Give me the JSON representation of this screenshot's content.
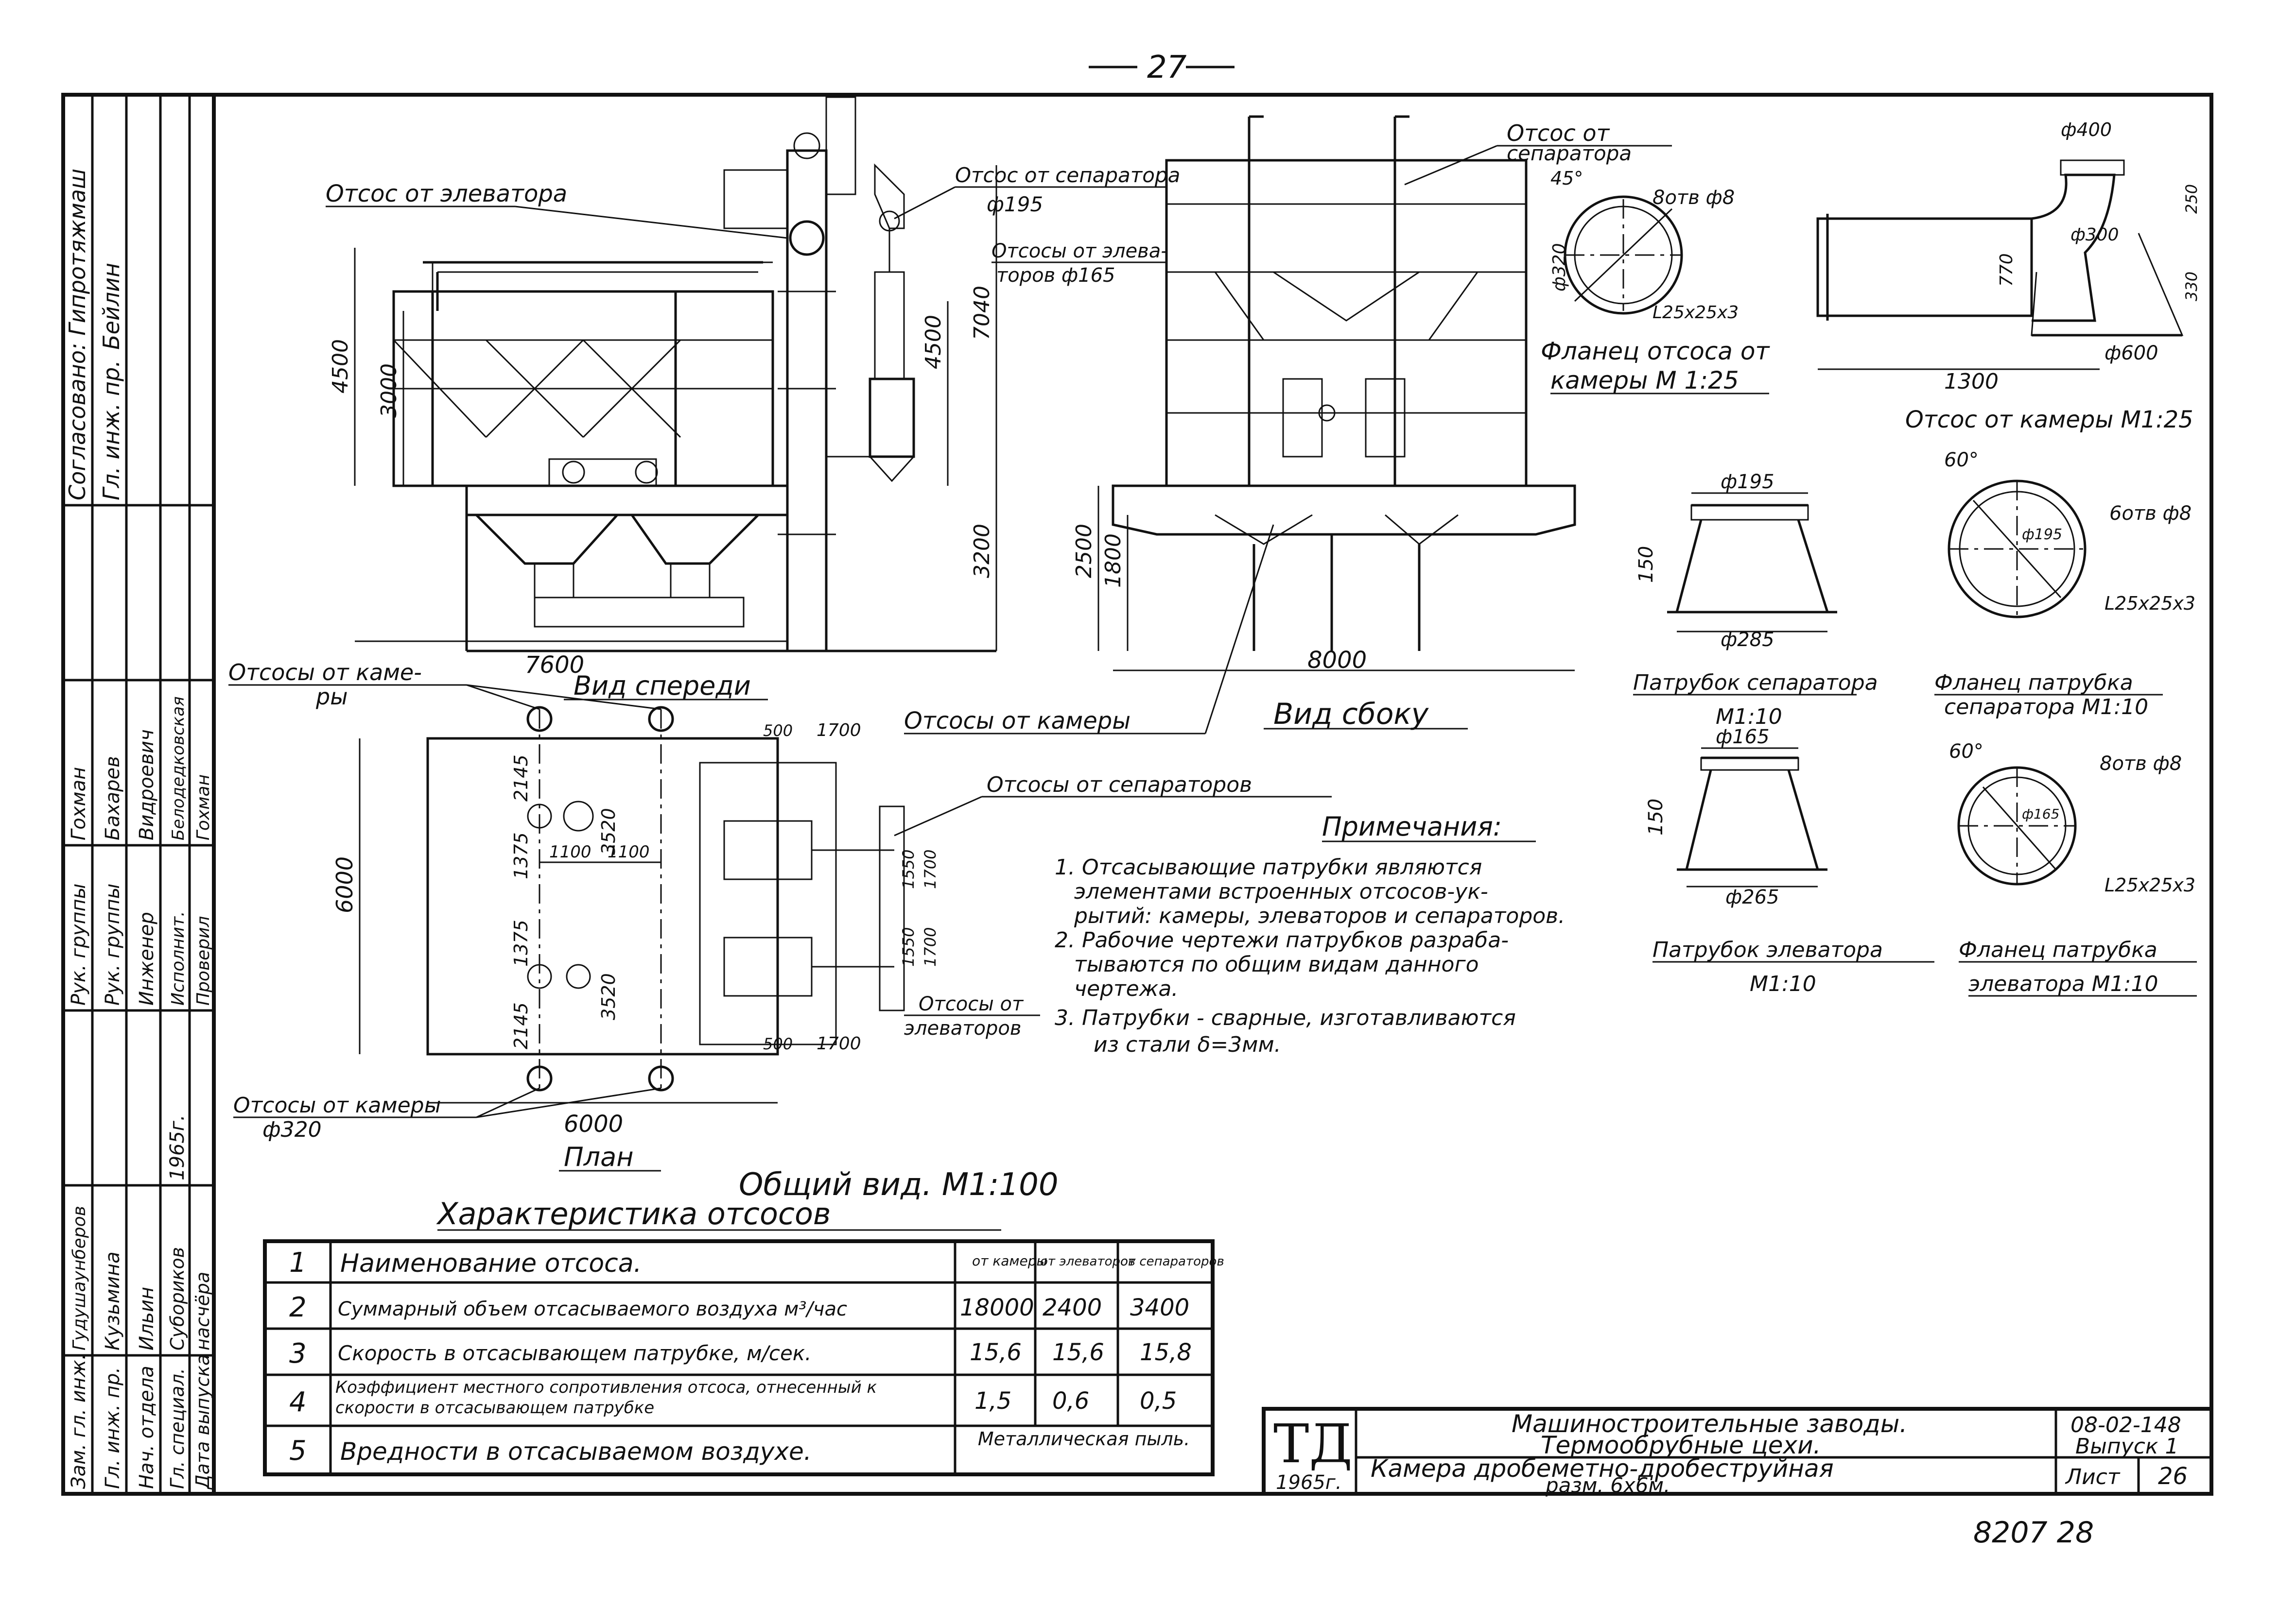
{
  "page_number": "27",
  "bottom_number": "8207 28",
  "views": {
    "front": {
      "title": "Вид спереди",
      "labels": {
        "elevator_exhaust": "Отсос от элеватора",
        "separator_exhaust": "Отсос от сепаратора",
        "separator_dia": "ф195",
        "elevator_exhausts": "Отсосы от элева-",
        "elevator_exhausts_2": "торов ф165"
      },
      "dims": [
        "4500",
        "3000",
        "4500",
        "7040",
        "3200",
        "7600"
      ]
    },
    "side": {
      "title": "Вид сбоку",
      "labels": {
        "separator_exhaust_1": "Отсос от",
        "separator_exhaust_2": "сепаратора",
        "chamber_exhausts": "Отсосы от камеры"
      },
      "dims": [
        "2500",
        "1800",
        "8000"
      ]
    },
    "plan": {
      "title": "План",
      "labels": {
        "chamber_exhausts_top_1": "Отсосы от каме-",
        "chamber_exhausts_top_2": "ры",
        "separator_exhausts": "Отсосы от сепараторов",
        "elevator_exhausts_1": "Отсосы от",
        "elevator_exhausts_2": "элеваторов",
        "chamber_exhausts_bottom": "Отсосы от камеры",
        "chamber_dia": "ф320"
      },
      "dims": [
        "6000",
        "6000",
        "2145",
        "1375",
        "3520",
        "1375",
        "2145",
        "3520",
        "1100",
        "1100",
        "500",
        "1700",
        "500",
        "1700",
        "1550",
        "1700",
        "1550",
        "1700"
      ]
    },
    "general_title": "Общий вид. М1:100"
  },
  "details": {
    "flange_chamber": {
      "title_1": "Фланец отсоса от",
      "title_2": "камеры М 1:25",
      "angle": "45°",
      "holes": "8отв ф8",
      "dia": "ф320",
      "angle_profile": "L25x25x3"
    },
    "chamber_exhaust": {
      "title": "Отсос от камеры М1:25",
      "top_dia": "ф400",
      "mid_dia": "ф300",
      "bottom_dia": "ф600",
      "length": "1300",
      "height": "770",
      "h1": "250",
      "h2": "330"
    },
    "separator_pipe": {
      "title_1": "Патрубок сепаратора",
      "title_2": "М1:10",
      "top": "ф195",
      "bottom": "ф285",
      "height": "150"
    },
    "separator_flange": {
      "title_1": "Фланец патрубка",
      "title_2": "сепаратора М1:10",
      "angle": "60°",
      "holes": "6отв ф8",
      "dia": "ф195",
      "profile": "L25x25x3"
    },
    "elevator_pipe": {
      "title_1": "Патрубок элеватора",
      "title_2": "М1:10",
      "top": "ф165",
      "bottom": "ф265",
      "height": "150"
    },
    "elevator_flange": {
      "title_1": "Фланец патрубка",
      "title_2": "элеватора М1:10",
      "angle": "60°",
      "holes": "8отв ф8",
      "dia": "ф165",
      "profile": "L25x25x3"
    }
  },
  "notes": {
    "title": "Примечания:",
    "lines": [
      "1. Отсасывающие патрубки являются",
      "элементами встроенных отсосов-ук-",
      "рытий: камеры, элеваторов и сепараторов.",
      "2. Рабочие чертежи патрубков разраба-",
      "тываются по общим видам данного",
      "чертежа.",
      "3. Патрубки - сварные, изготавливаются",
      "из стали δ=3мм."
    ]
  },
  "table": {
    "title": "Характеристика отсосов",
    "headers": [
      "",
      "",
      "от камеры",
      "от элеваторов",
      "от сепараторов"
    ],
    "rows": [
      {
        "n": "1",
        "name": "Наименование отсоса.",
        "v1": "",
        "v2": "",
        "v3": ""
      },
      {
        "n": "2",
        "name": "Суммарный объем отсасываемого воздуха м³/час",
        "v1": "18000",
        "v2": "2400",
        "v3": "3400"
      },
      {
        "n": "3",
        "name": "Скорость в отсасывающем патрубке, м/сек.",
        "v1": "15,6",
        "v2": "15,6",
        "v3": "15,8"
      },
      {
        "n": "4",
        "name": "Коэффициент местного сопротивления отсоса, отнесенный к скорости в отсасывающем патрубке",
        "v1": "1,5",
        "v2": "0,6",
        "v3": "0,5"
      },
      {
        "n": "5",
        "name": "Вредности в отсасываемом воздухе.",
        "merged": "Металлическая пыль."
      }
    ]
  },
  "title_block": {
    "logo": "ТД",
    "year": "1965г.",
    "org_1": "Машиностроительные заводы.",
    "org_2": "Термообрубные цехи.",
    "name_1": "Камера дробеметно-дробеструйная",
    "name_2": "разм. 6х6м.",
    "code": "08-02-148",
    "issue": "Выпуск 1",
    "sheet_label": "Лист",
    "sheet_no": "26"
  },
  "stamp": {
    "top_rows": [
      {
        "role": "Согласовано: Гипротяжмаш",
        "name": ""
      },
      {
        "role": "Гл. инж. пр.",
        "name": "Бейлин"
      }
    ],
    "rows": [
      {
        "role": "Зам. гл. инж.",
        "name": "Гудушаунберов"
      },
      {
        "role": "Гл. инж. пр.",
        "name": "Кузьмина"
      },
      {
        "role": "Нач. отдела",
        "name": "Ильин"
      },
      {
        "role": "Гл. специал.",
        "name": "Субориков"
      },
      {
        "role": "Дата выпуска",
        "name": "насчёра"
      }
    ],
    "mid_rows": [
      {
        "role": "Рук. группы",
        "name": "Гохман"
      },
      {
        "role": "Рук. группы",
        "name": "Бахарев"
      },
      {
        "role": "Инженер",
        "name": "Видроевич"
      },
      {
        "role": "Исполнит.",
        "name": "Белодедковская"
      },
      {
        "role": "Проверил",
        "name": "Гохман"
      }
    ],
    "year": "1965г."
  }
}
